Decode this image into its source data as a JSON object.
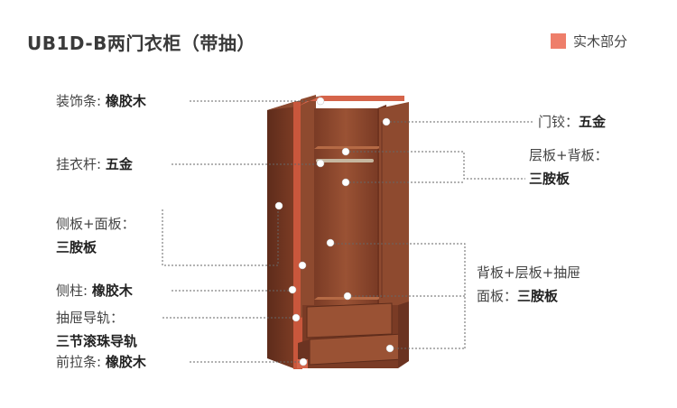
{
  "title": "UB1D-B两门衣柜（带抽）",
  "legend": {
    "label": "实木部分",
    "color": "#ee7e6a"
  },
  "labels": {
    "decor_strip": {
      "name": "装饰条",
      "value": "橡胶木"
    },
    "hanging_rod": {
      "name": "挂衣杆",
      "value": "五金"
    },
    "side_panel": {
      "name": "侧板+面板",
      "value": "三胺板"
    },
    "side_post": {
      "name": "侧柱",
      "value": "橡胶木"
    },
    "drawer_rail": {
      "name": "抽屉导轨",
      "value": "三节滚珠导轨"
    },
    "front_strip": {
      "name": "前拉条",
      "value": "橡胶木"
    },
    "door_hinge": {
      "name": "门铰",
      "value": "五金"
    },
    "shelf_back": {
      "name": "层板+背板",
      "value": "三胺板"
    },
    "back_shelf_drawer": {
      "name": "背板+层板+抽屉",
      "panel_name": "面板",
      "value": "三胺板"
    }
  },
  "colors": {
    "wood_dark": "#6b3321",
    "wood_mid": "#8a4a30",
    "wood_light": "#a35a38",
    "accent_red": "#d5644a"
  }
}
